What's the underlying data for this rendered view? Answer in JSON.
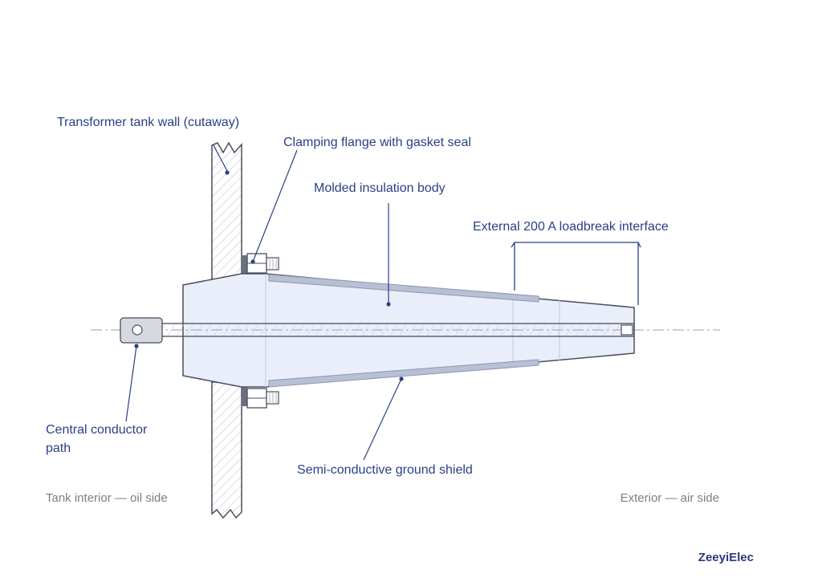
{
  "labels": {
    "tank_wall": "Transformer tank wall (cutaway)",
    "clamping_flange": "Clamping flange with gasket seal",
    "insulation_body": "Molded insulation body",
    "loadbreak_interface": "External 200 A loadbreak interface",
    "conductor_line1": "Central conductor",
    "conductor_line2": "path",
    "ground_shield": "Semi-conductive ground shield"
  },
  "sides": {
    "interior": "Tank interior — oil side",
    "exterior": "Exterior — air side"
  },
  "brand": "ZeeyiElec",
  "colors": {
    "outline": "#4a4f5c",
    "leader": "#2a3f86",
    "body_fill": "#eaeefa",
    "shield_fill": "#b7c0d4",
    "hatch": "#b9bcc4",
    "gasket": "#6b7080"
  }
}
